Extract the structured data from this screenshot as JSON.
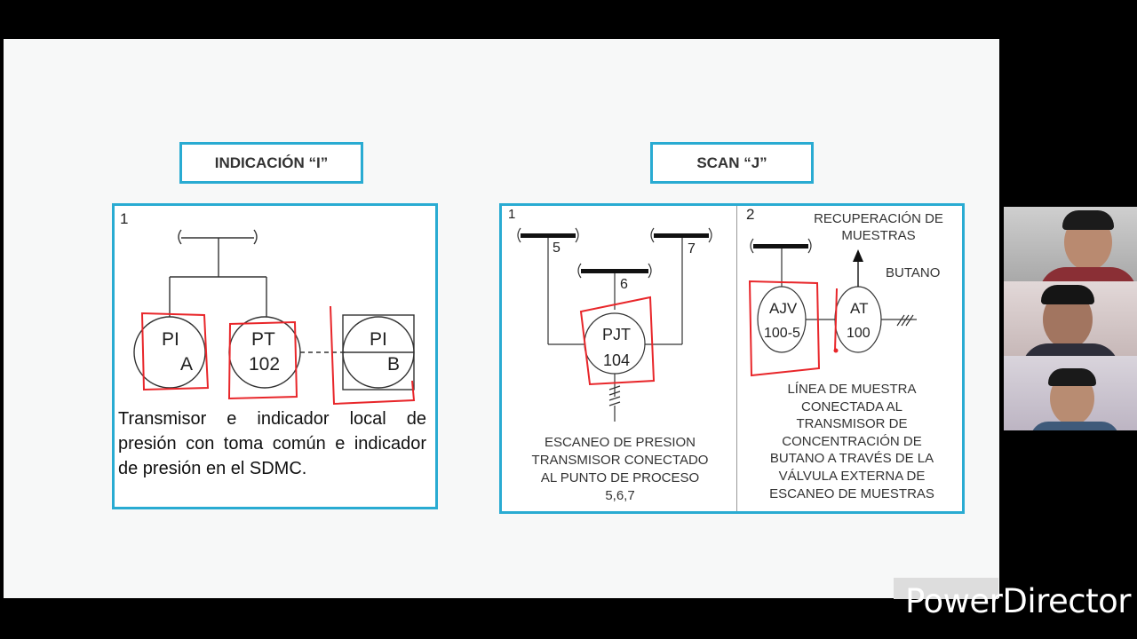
{
  "slide": {
    "left_title": "INDICACIÓN “I”",
    "right_title": "SCAN “J”",
    "left_panel": {
      "number": "1",
      "pi_a": {
        "line1": "PI",
        "line2": "A"
      },
      "pt": {
        "line1": "PT",
        "line2": "102"
      },
      "pi_b": {
        "line1": "PI",
        "line2": "B"
      },
      "description": "Transmisor e indicador local de presión con toma común e indicador de presión en el SDMC."
    },
    "right_panel_1": {
      "number": "1",
      "tap5": "5",
      "tap6": "6",
      "tap7": "7",
      "pjt": {
        "line1": "PJT",
        "line2": "104"
      },
      "description": [
        "ESCANEO DE PRESION",
        "TRANSMISOR CONECTADO",
        "AL PUNTO DE PROCESO",
        "5,6,7"
      ]
    },
    "right_panel_2": {
      "number": "2",
      "recovery": [
        "RECUPERACIÓN DE",
        "MUESTRAS"
      ],
      "butano": "BUTANO",
      "ajv": {
        "line1": "AJV",
        "line2": "100-5"
      },
      "at": {
        "line1": "AT",
        "line2": "100"
      },
      "description": [
        "LÍNEA DE MUESTRA",
        "CONECTADA AL",
        "TRANSMISOR DE",
        "CONCENTRACIÓN DE",
        "BUTANO A TRAVÉS DE LA",
        "VÁLVULA EXTERNA DE",
        "ESCANEO DE MUESTRAS"
      ]
    }
  },
  "watermark": "PowerDirector",
  "colors": {
    "accent": "#29abd2",
    "annotation": "#e8262a"
  }
}
